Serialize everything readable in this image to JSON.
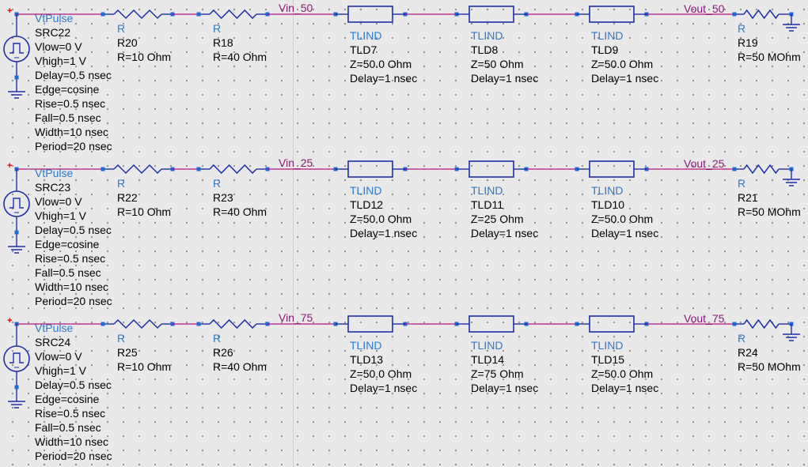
{
  "colors": {
    "wire": "#b0147e",
    "component": "#1f2fa8",
    "pin": "#1f6bd6",
    "net_label": "#8a1a78",
    "type_label": "#2e78c8",
    "param_text": "#000000",
    "polarity": "#d00000"
  },
  "icons": {
    "source": "pulse-source-icon",
    "ground": "ground-icon",
    "resistor": "resistor-icon",
    "tline": "transmission-line-icon"
  },
  "rows": [
    {
      "source": {
        "type": "VtPulse",
        "name": "SRC22",
        "plus": "+",
        "params": [
          "Vlow=0 V",
          "Vhigh=1 V",
          "Delay=0.5 nsec",
          "Edge=cosine",
          "Rise=0.5 nsec",
          "Fall=0.5 nsec",
          "Width=10 nsec",
          "Period=20 nsec"
        ]
      },
      "r1": {
        "type": "R",
        "name": "R20",
        "value": "R=10 Ohm"
      },
      "r2": {
        "type": "R",
        "name": "R18",
        "value": "R=40 Ohm"
      },
      "net_in": "Vin_50",
      "tl": [
        {
          "type": "TLIND",
          "name": "TLD7",
          "z": "Z=50.0 Ohm",
          "delay": "Delay=1 nsec"
        },
        {
          "type": "TLIND",
          "name": "TLD8",
          "z": "Z=50 Ohm",
          "delay": "Delay=1 nsec"
        },
        {
          "type": "TLIND",
          "name": "TLD9",
          "z": "Z=50.0 Ohm",
          "delay": "Delay=1 nsec"
        }
      ],
      "net_out": "Vout_50",
      "rload": {
        "type": "R",
        "name": "R19",
        "value": "R=50 MOhm"
      }
    },
    {
      "source": {
        "type": "VtPulse",
        "name": "SRC23",
        "plus": "+",
        "params": [
          "Vlow=0 V",
          "Vhigh=1 V",
          "Delay=0.5 nsec",
          "Edge=cosine",
          "Rise=0.5 nsec",
          "Fall=0.5 nsec",
          "Width=10 nsec",
          "Period=20 nsec"
        ]
      },
      "r1": {
        "type": "R",
        "name": "R22",
        "value": "R=10 Ohm"
      },
      "r2": {
        "type": "R",
        "name": "R23",
        "value": "R=40 Ohm"
      },
      "net_in": "Vin_25",
      "tl": [
        {
          "type": "TLIND",
          "name": "TLD12",
          "z": "Z=50.0 Ohm",
          "delay": "Delay=1 nsec"
        },
        {
          "type": "TLIND",
          "name": "TLD11",
          "z": "Z=25 Ohm",
          "delay": "Delay=1 nsec"
        },
        {
          "type": "TLIND",
          "name": "TLD10",
          "z": "Z=50.0 Ohm",
          "delay": "Delay=1 nsec"
        }
      ],
      "net_out": "Vout_25",
      "rload": {
        "type": "R",
        "name": "R21",
        "value": "R=50 MOhm"
      }
    },
    {
      "source": {
        "type": "VtPulse",
        "name": "SRC24",
        "plus": "+",
        "params": [
          "Vlow=0 V",
          "Vhigh=1 V",
          "Delay=0.5 nsec",
          "Edge=cosine",
          "Rise=0.5 nsec",
          "Fall=0.5 nsec",
          "Width=10 nsec",
          "Period=20 nsec"
        ]
      },
      "r1": {
        "type": "R",
        "name": "R25",
        "value": "R=10 Ohm"
      },
      "r2": {
        "type": "R",
        "name": "R26",
        "value": "R=40 Ohm"
      },
      "net_in": "Vin_75",
      "tl": [
        {
          "type": "TLIND",
          "name": "TLD13",
          "z": "Z=50.0 Ohm",
          "delay": "Delay=1 nsec"
        },
        {
          "type": "TLIND",
          "name": "TLD14",
          "z": "Z=75 Ohm",
          "delay": "Delay=1 nsec"
        },
        {
          "type": "TLIND",
          "name": "TLD15",
          "z": "Z=50.0 Ohm",
          "delay": "Delay=1 nsec"
        }
      ],
      "net_out": "Vout_75",
      "rload": {
        "type": "R",
        "name": "R24",
        "value": "R=50 MOhm"
      }
    }
  ]
}
